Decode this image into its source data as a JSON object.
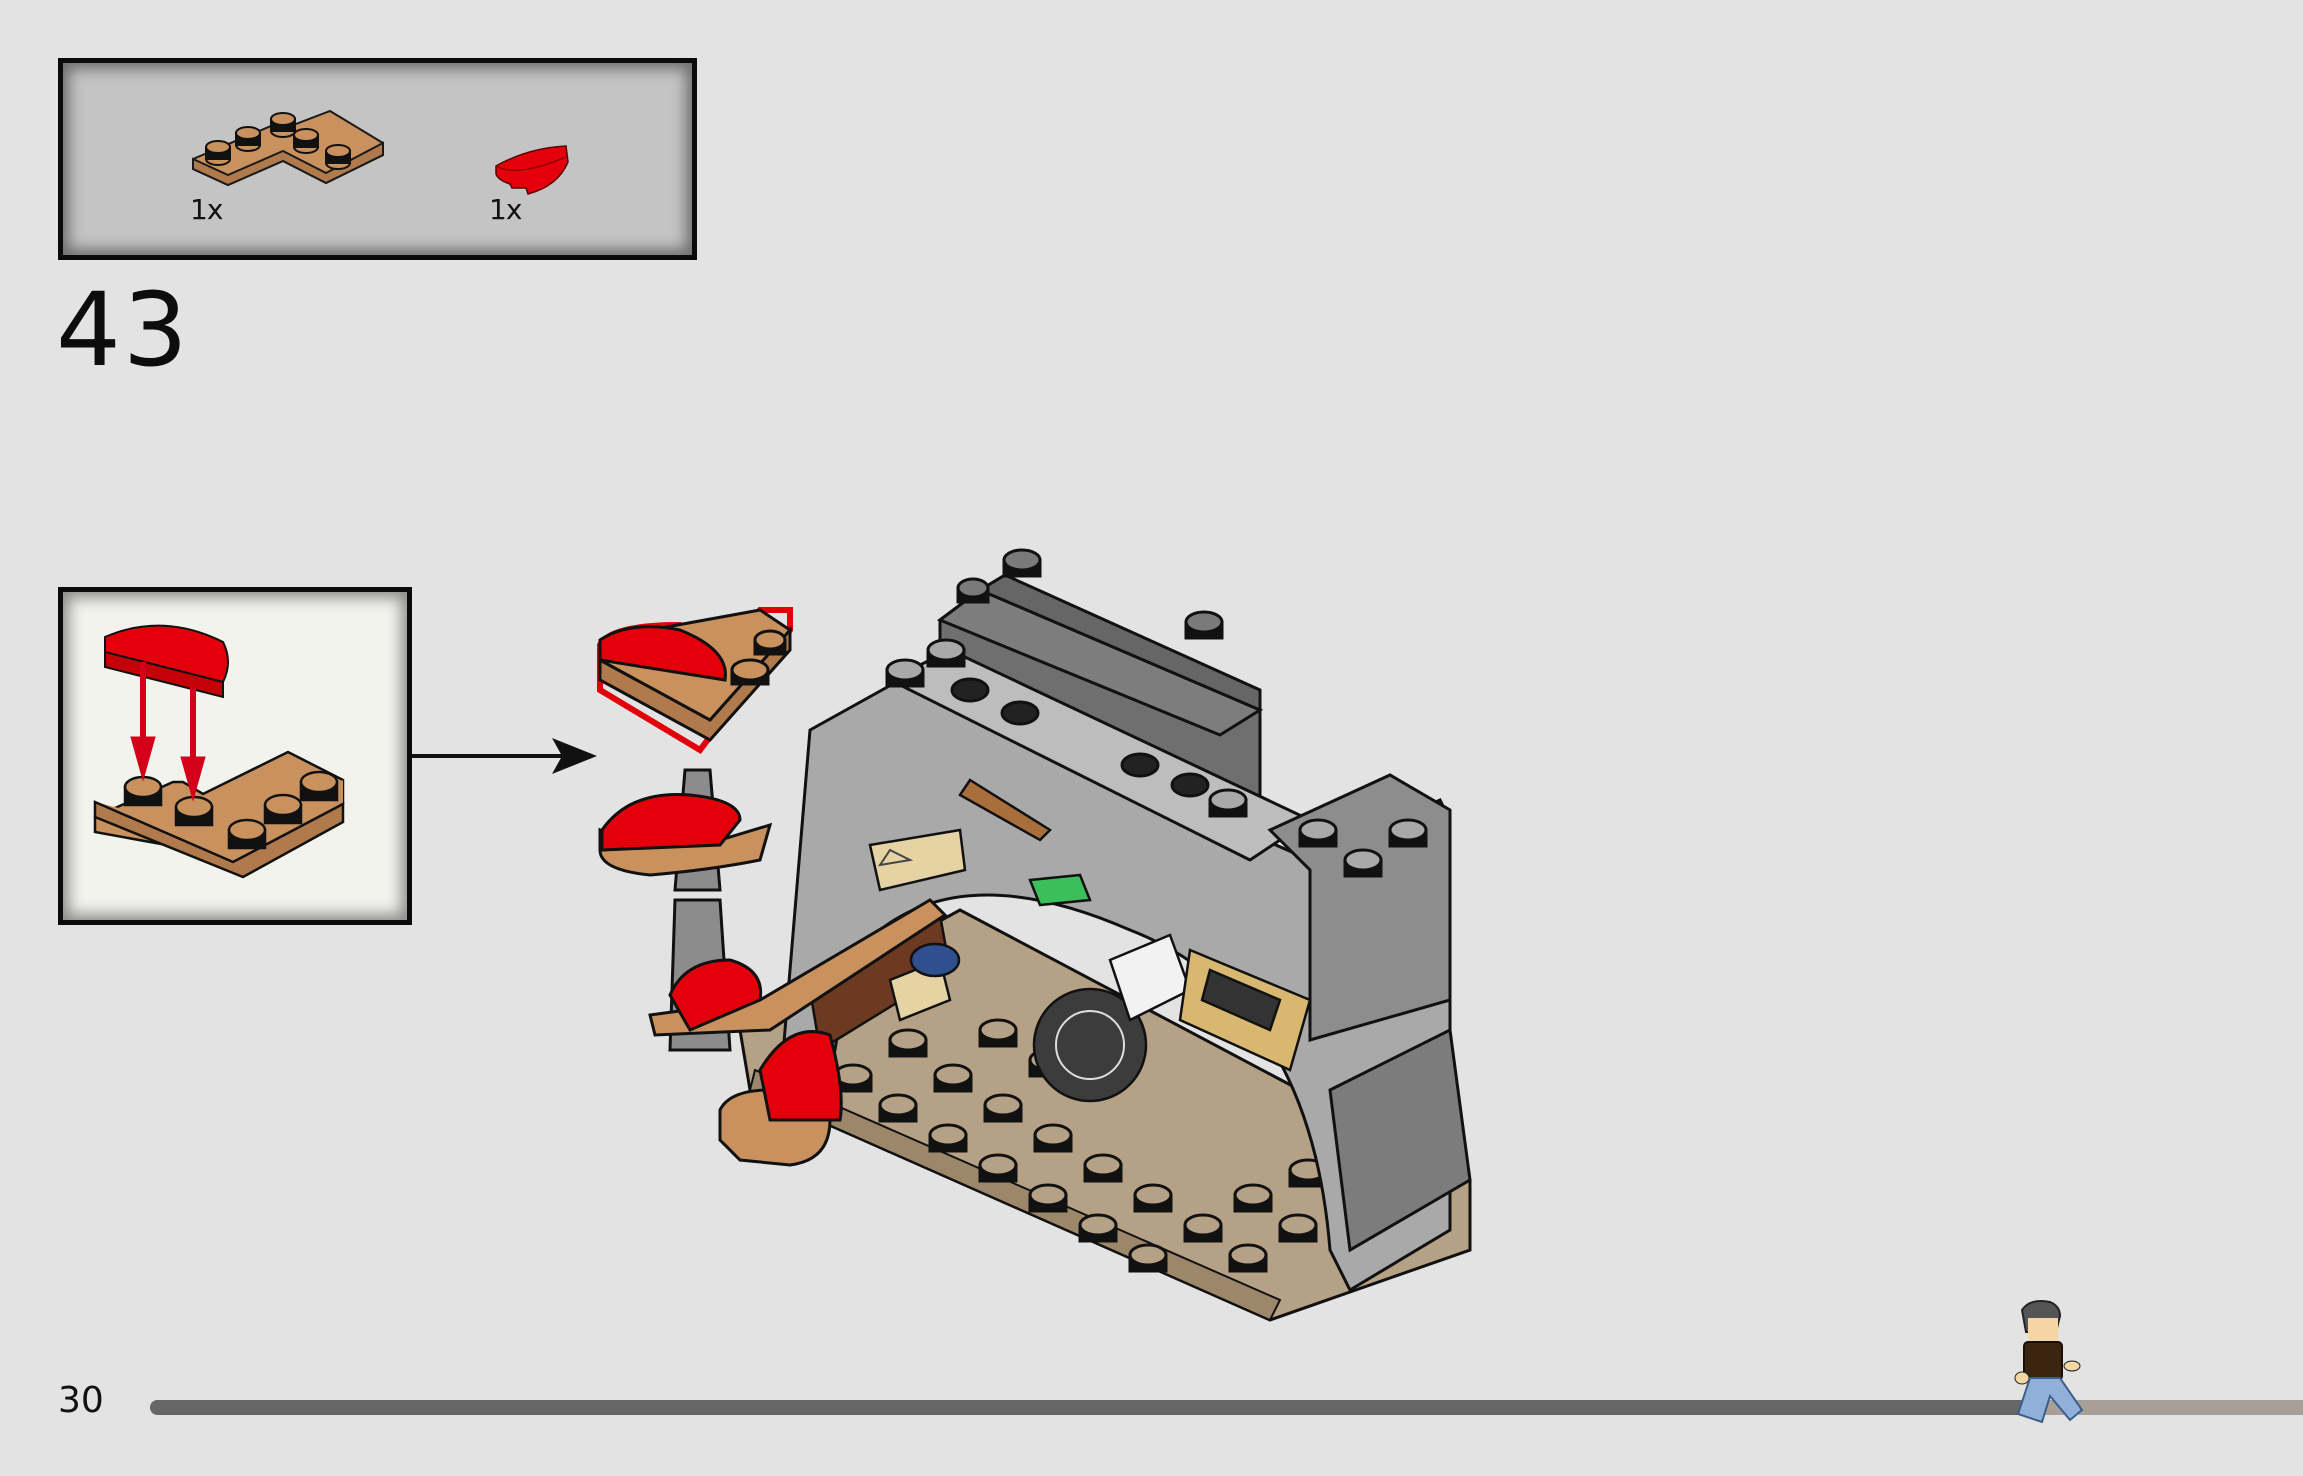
{
  "page": {
    "step_number": "43",
    "page_number": "30",
    "progress_fraction": 0.87
  },
  "parts_list": {
    "items": [
      {
        "name": "plate-corner-2x2-medium-nougat",
        "quantity": "1x",
        "color": "#c8915e"
      },
      {
        "name": "tile-round-half-1x2-red",
        "quantity": "1x",
        "color": "#e3000b"
      }
    ]
  },
  "callout": {
    "description": "Attach red half-round tile onto corner plate",
    "arrow_color": "#d4001a"
  },
  "colors": {
    "background": "#e3e3e3",
    "parts_box": "#c4c4c4",
    "callout_box": "#f3f3ee",
    "nougat": "#c8915e",
    "red": "#e3000b",
    "light_gray": "#a9a9a9",
    "dark_gray": "#6f6f6f",
    "tan": "#b5a186",
    "progress_fill": "#666666",
    "progress_track": "#a89f99"
  }
}
